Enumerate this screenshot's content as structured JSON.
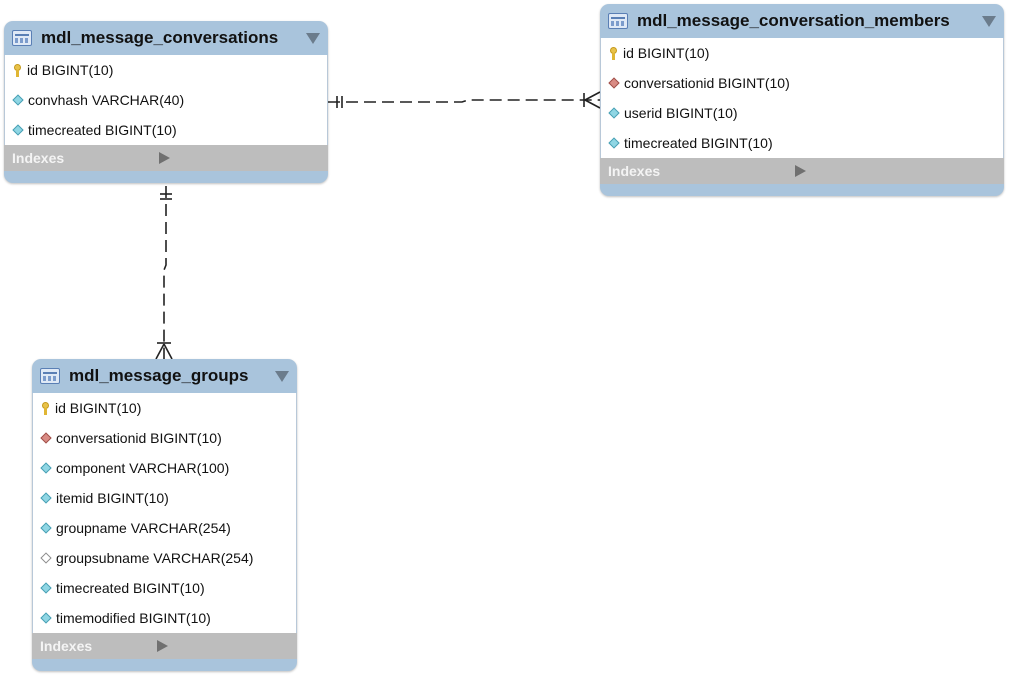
{
  "tables": {
    "conversations": {
      "name": "mdl_message_conversations",
      "columns": [
        {
          "text": "id BIGINT(10)",
          "icon": "primary-key-icon"
        },
        {
          "text": "convhash VARCHAR(40)",
          "icon": "column-icon"
        },
        {
          "text": "timecreated BIGINT(10)",
          "icon": "column-icon"
        }
      ],
      "indexes_label": "Indexes"
    },
    "members": {
      "name": "mdl_message_conversation_members",
      "columns": [
        {
          "text": "id BIGINT(10)",
          "icon": "primary-key-icon"
        },
        {
          "text": "conversationid BIGINT(10)",
          "icon": "foreign-key-icon"
        },
        {
          "text": "userid BIGINT(10)",
          "icon": "column-icon"
        },
        {
          "text": "timecreated BIGINT(10)",
          "icon": "column-icon"
        }
      ],
      "indexes_label": "Indexes"
    },
    "groups": {
      "name": "mdl_message_groups",
      "columns": [
        {
          "text": "id BIGINT(10)",
          "icon": "primary-key-icon"
        },
        {
          "text": "conversationid BIGINT(10)",
          "icon": "foreign-key-icon"
        },
        {
          "text": "component VARCHAR(100)",
          "icon": "column-icon"
        },
        {
          "text": "itemid BIGINT(10)",
          "icon": "column-icon"
        },
        {
          "text": "groupname VARCHAR(254)",
          "icon": "column-icon"
        },
        {
          "text": "groupsubname VARCHAR(254)",
          "icon": "nullable-column-icon"
        },
        {
          "text": "timecreated BIGINT(10)",
          "icon": "column-icon"
        },
        {
          "text": "timemodified BIGINT(10)",
          "icon": "column-icon"
        }
      ],
      "indexes_label": "Indexes"
    }
  },
  "colors": {
    "header": "#a9c4dc",
    "indexes_bar": "#bdbdbd",
    "column_icon": "#8fd6e4",
    "foreign_key_icon": "#d98b84",
    "primary_key_icon": "#e8c24a"
  }
}
